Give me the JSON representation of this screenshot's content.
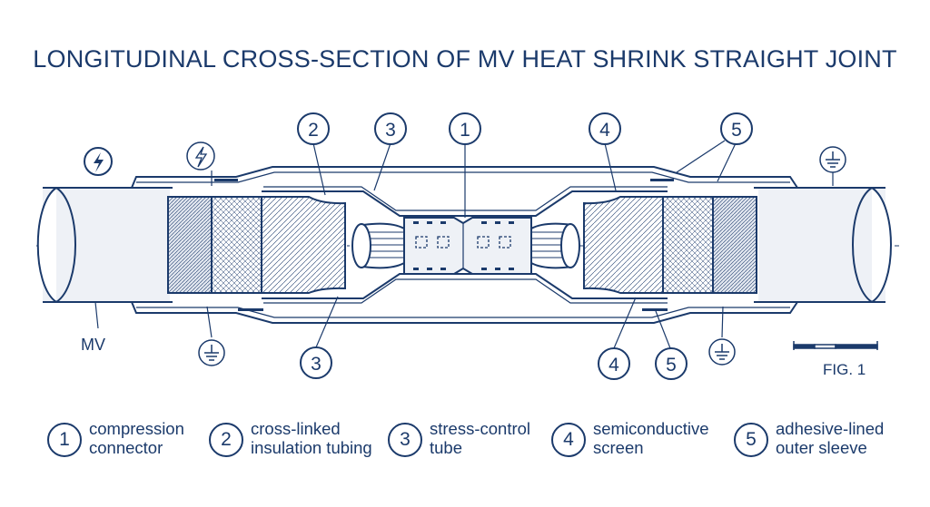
{
  "title": "LONGITUDINAL CROSS-SECTION OF MV HEAT SHRINK STRAIGHT JOINT",
  "cable_label": "MV",
  "figure_label": "FIG. 1",
  "callouts": {
    "top": [
      "2",
      "3",
      "1",
      "4",
      "5"
    ],
    "bottom": [
      "3",
      "4",
      "5"
    ]
  },
  "legend": [
    {
      "number": "1",
      "line1": "compression",
      "line2": "connector"
    },
    {
      "number": "2",
      "line1": "cross-linked",
      "line2": "insulation tubing"
    },
    {
      "number": "3",
      "line1": "stress-control",
      "line2": "tube"
    },
    {
      "number": "4",
      "line1": "semiconductive",
      "line2": "screen"
    },
    {
      "number": "5",
      "line1": "adhesive-lined",
      "line2": "outer sleeve"
    }
  ],
  "icons": [
    "high-voltage-icon",
    "high-voltage-icon",
    "earth-ground-icon",
    "earth-ground-icon",
    "earth-ground-icon"
  ],
  "colors": {
    "ink": "#1b3a6b",
    "background": "#ffffff",
    "fill": "#e9edf4"
  }
}
